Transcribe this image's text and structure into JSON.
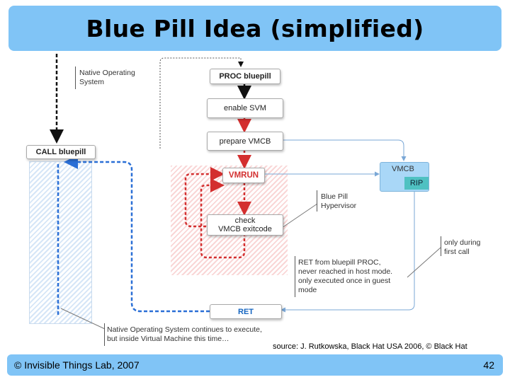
{
  "slide": {
    "title": "Blue Pill Idea (simplified)",
    "footer_left": "© Invisible Things Lab, 2007",
    "page_number": "42",
    "source": "source: J. Rutkowska, Black Hat USA 2006, © Black Hat"
  },
  "diagram": {
    "boxes": {
      "proc_bluepill": "PROC bluepill",
      "enable_svm": "enable SVM",
      "prepare_vmcb": "prepare VMCB",
      "vmrun": "VMRUN",
      "check_line1": "check",
      "check_line2": "VMCB exitcode",
      "ret": "RET",
      "call_bluepill": "CALL bluepill",
      "vmcb": "VMCB",
      "rip": "RIP"
    },
    "notes": {
      "native_os_1": "Native Operating",
      "native_os_2": "System",
      "hypervisor_1": "Blue Pill",
      "hypervisor_2": "Hypervisor",
      "first_call_1": "only during",
      "first_call_2": "first call",
      "ret_note_1": "RET from bluepill PROC,",
      "ret_note_2": "never reached in host mode.",
      "ret_note_3": "only executed once in guest",
      "ret_note_4": "mode",
      "continues_1": "Native Operating System continues to execute,",
      "continues_2": "but inside Virtual Machine this time…"
    },
    "colors": {
      "black_flow": "#111111",
      "red_flow": "#d32f2f",
      "blue_flow": "#2a6fd6",
      "thin_link": "#7aa7d6",
      "title_bar": "#80c4f6"
    }
  }
}
